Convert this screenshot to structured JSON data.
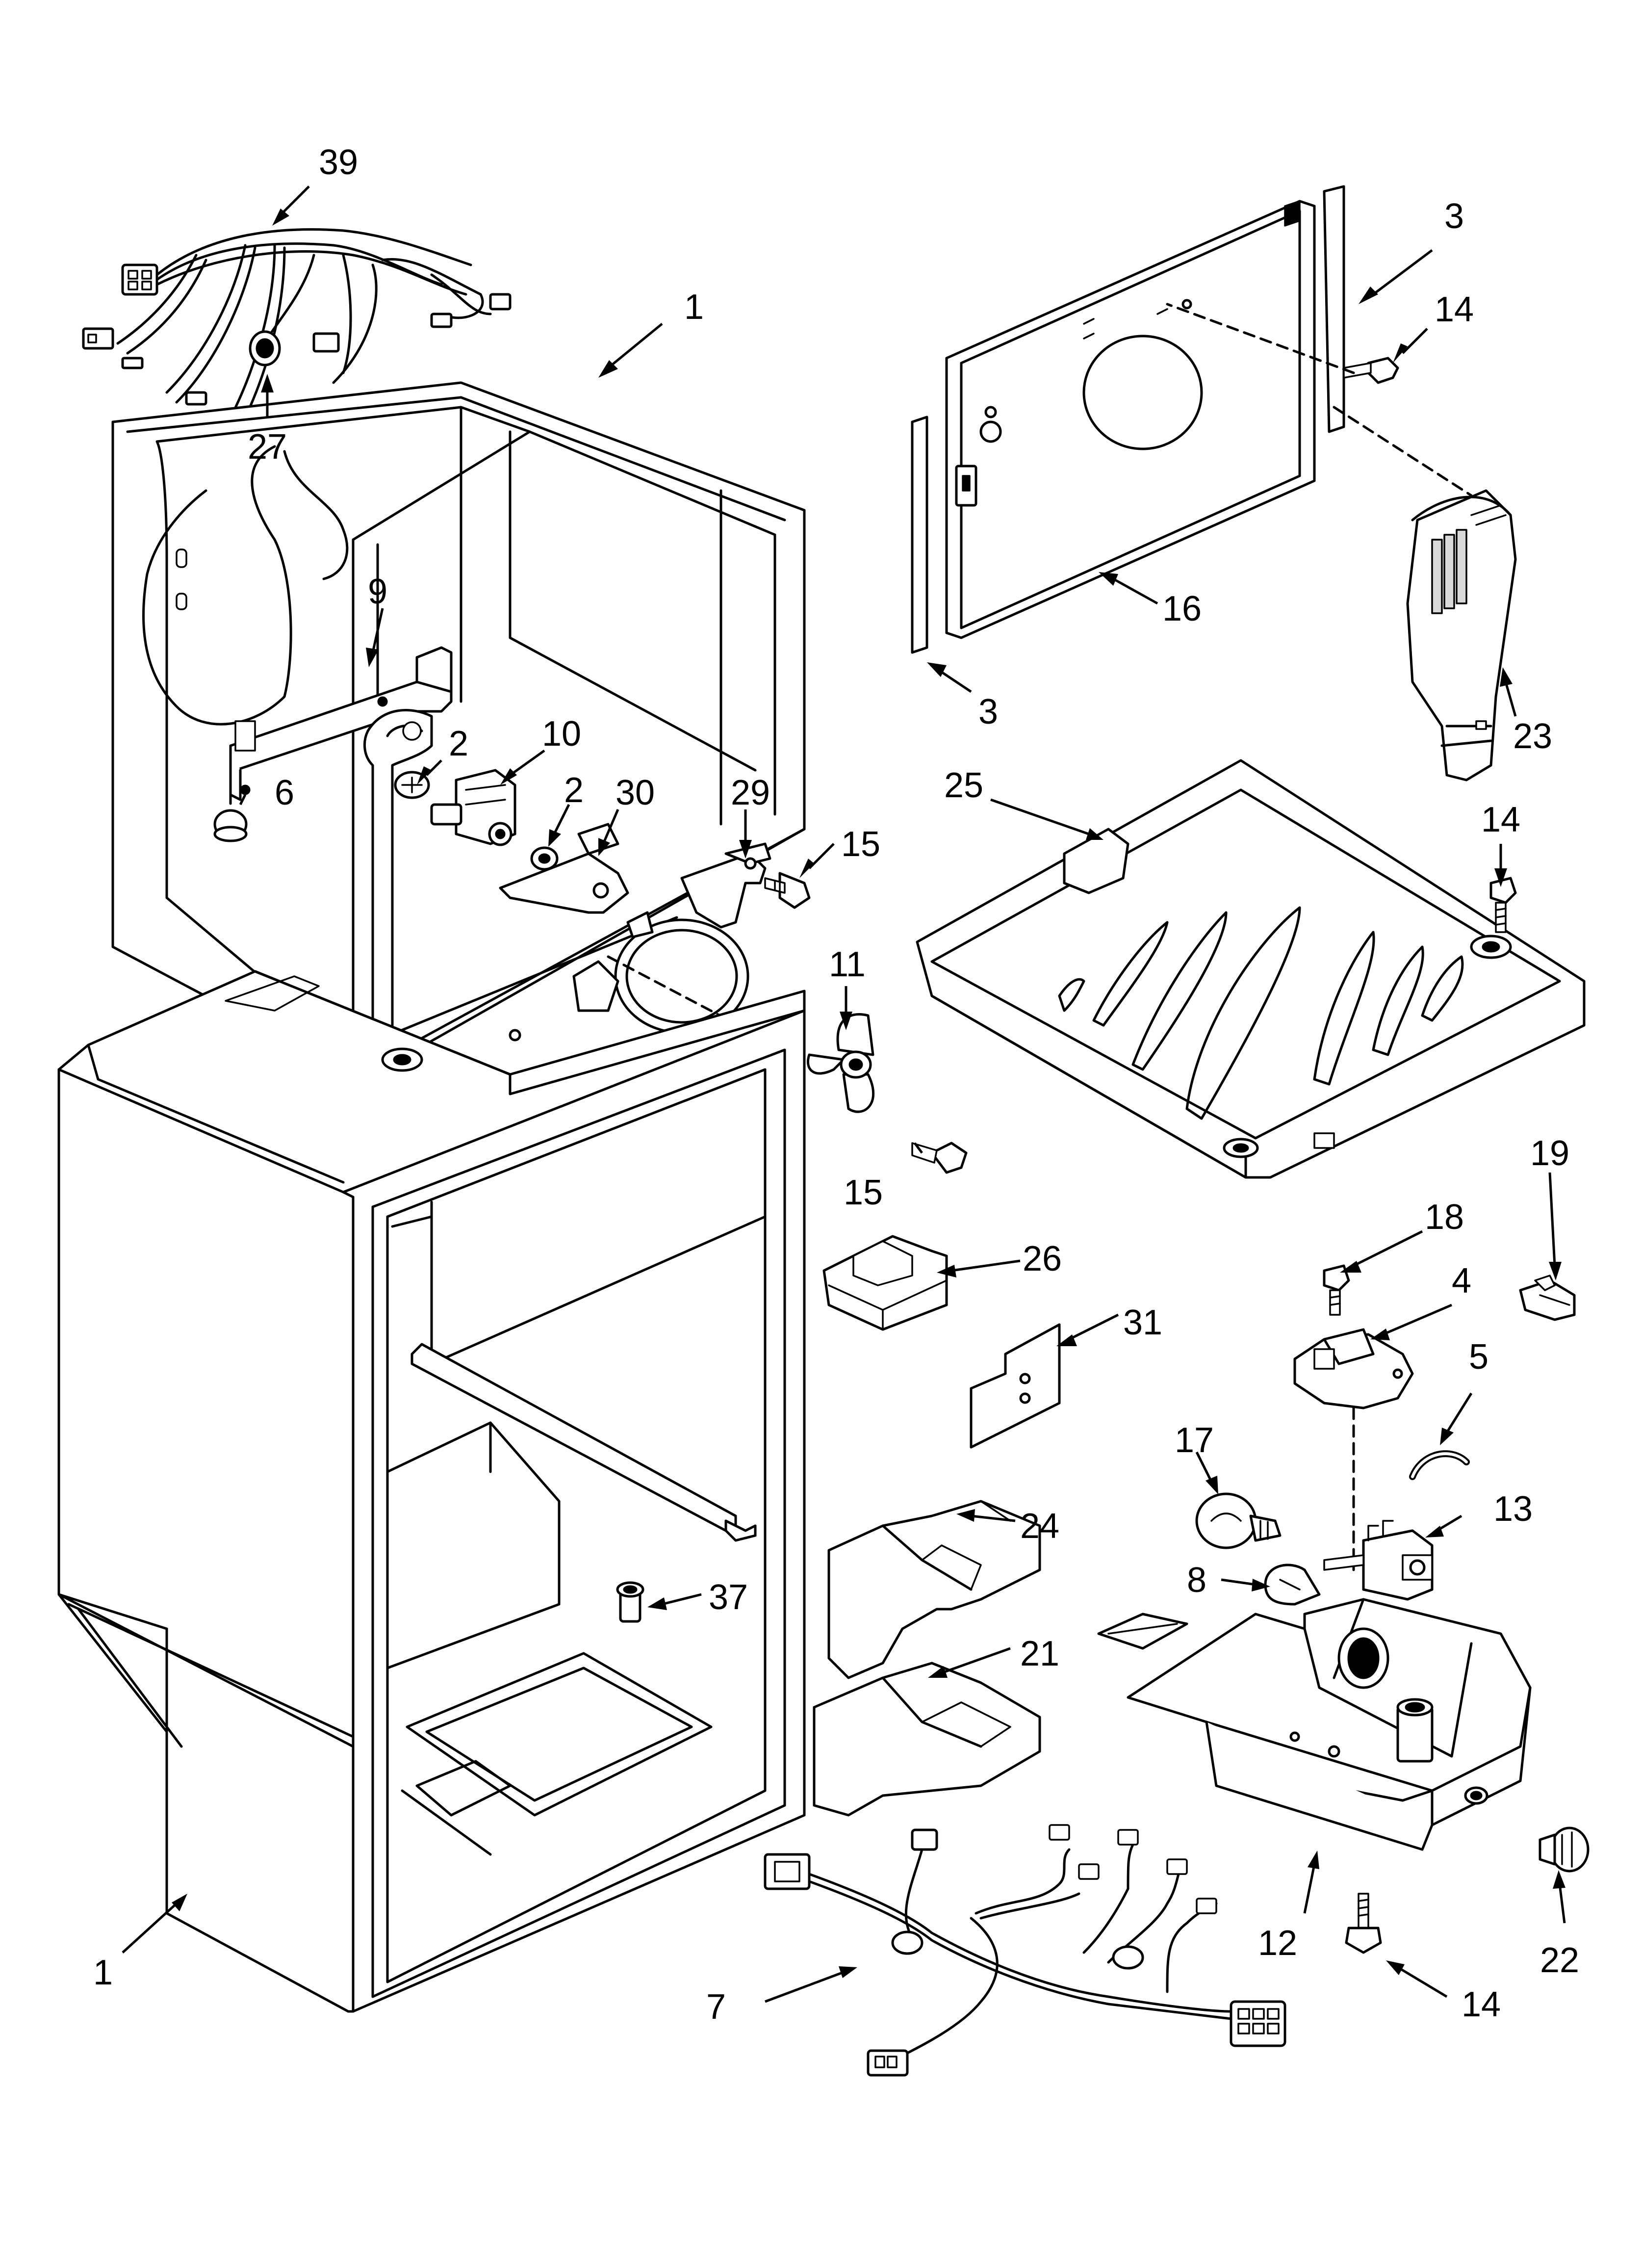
{
  "callouts": [
    {
      "id": "c39",
      "text": "39"
    },
    {
      "id": "c1a",
      "text": "1"
    },
    {
      "id": "c27",
      "text": "27"
    },
    {
      "id": "c9",
      "text": "9"
    },
    {
      "id": "c2a",
      "text": "2"
    },
    {
      "id": "c10",
      "text": "10"
    },
    {
      "id": "c2b",
      "text": "2"
    },
    {
      "id": "c30",
      "text": "30"
    },
    {
      "id": "c29",
      "text": "29"
    },
    {
      "id": "c6",
      "text": "6"
    },
    {
      "id": "c15a",
      "text": "15"
    },
    {
      "id": "c11",
      "text": "11"
    },
    {
      "id": "c15b",
      "text": "15"
    },
    {
      "id": "c3a",
      "text": "3"
    },
    {
      "id": "c14a",
      "text": "14"
    },
    {
      "id": "c16",
      "text": "16"
    },
    {
      "id": "c3b",
      "text": "3"
    },
    {
      "id": "c23",
      "text": "23"
    },
    {
      "id": "c25",
      "text": "25"
    },
    {
      "id": "c14b",
      "text": "14"
    },
    {
      "id": "c19",
      "text": "19"
    },
    {
      "id": "c18",
      "text": "18"
    },
    {
      "id": "c4",
      "text": "4"
    },
    {
      "id": "c26",
      "text": "26"
    },
    {
      "id": "c31",
      "text": "31"
    },
    {
      "id": "c5",
      "text": "5"
    },
    {
      "id": "c17",
      "text": "17"
    },
    {
      "id": "c13",
      "text": "13"
    },
    {
      "id": "c24",
      "text": "24"
    },
    {
      "id": "c8",
      "text": "8"
    },
    {
      "id": "c37",
      "text": "37"
    },
    {
      "id": "c21",
      "text": "21"
    },
    {
      "id": "c12",
      "text": "12"
    },
    {
      "id": "c22",
      "text": "22"
    },
    {
      "id": "c14c",
      "text": "14"
    },
    {
      "id": "c7",
      "text": "7"
    },
    {
      "id": "c1b",
      "text": "1"
    }
  ]
}
